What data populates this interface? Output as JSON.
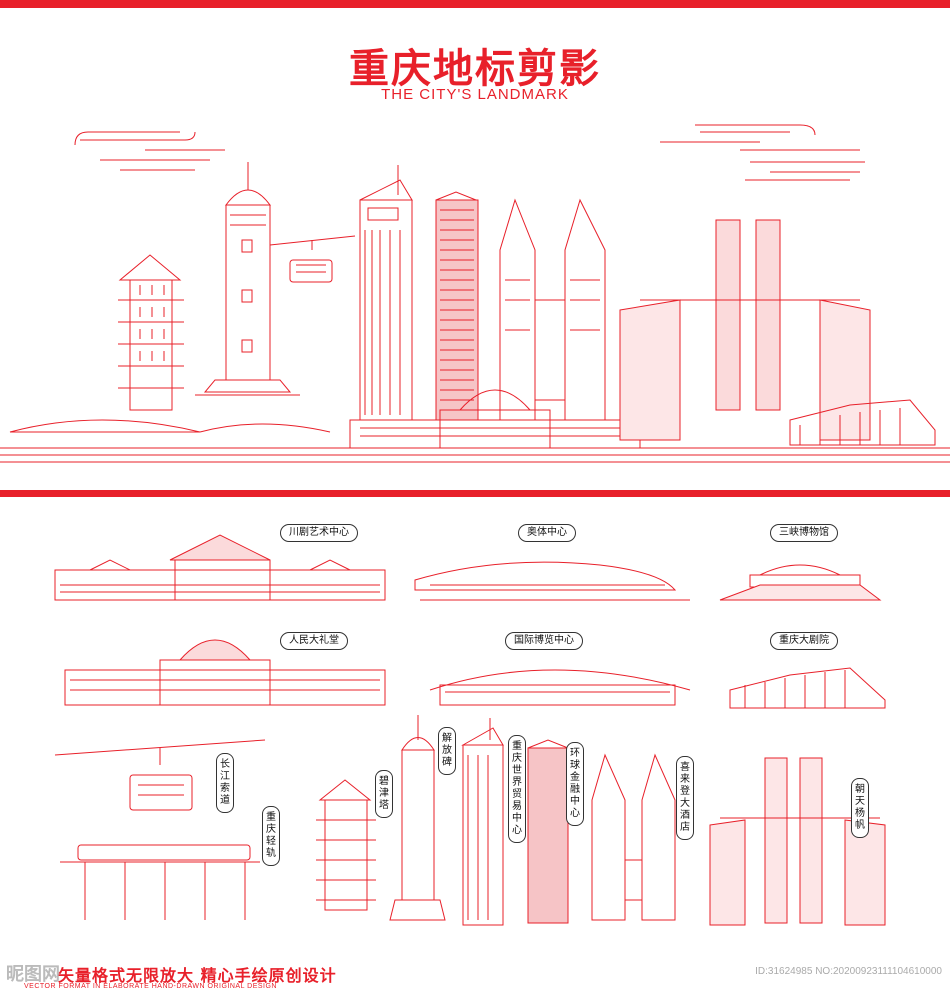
{
  "header": {
    "title": "重庆地标剪影",
    "subtitle": "THE CITY'S LANDMARK"
  },
  "landmarks": {
    "sichuan_opera": "川剧艺术中心",
    "olympic": "奥体中心",
    "three_gorges": "三峡博物馆",
    "great_hall": "人民大礼堂",
    "expo": "国际博览中心",
    "grand_theatre": "重庆大剧院",
    "cableway": "长江索道",
    "light_rail": "重庆轻轨",
    "bijin_tower": "碧津塔",
    "jiefangbei": "解放碑",
    "wtc": "重庆世界贸易中心",
    "ifc": "环球金融中心",
    "hilton": "喜来登大酒店",
    "raffles": "朝天杨帆"
  },
  "footer": {
    "main": "矢量格式无限放大  精心手绘原创设计",
    "sub": "VECTOR FORMAT IN ELABORATE HAND-DRAWN ORIGINAL DESIGN"
  },
  "watermark": {
    "left": "昵图网",
    "right": "ID:31624985 NO:20200923111104610000"
  },
  "colors": {
    "accent": "#e8202a",
    "line": "#e8202a"
  }
}
